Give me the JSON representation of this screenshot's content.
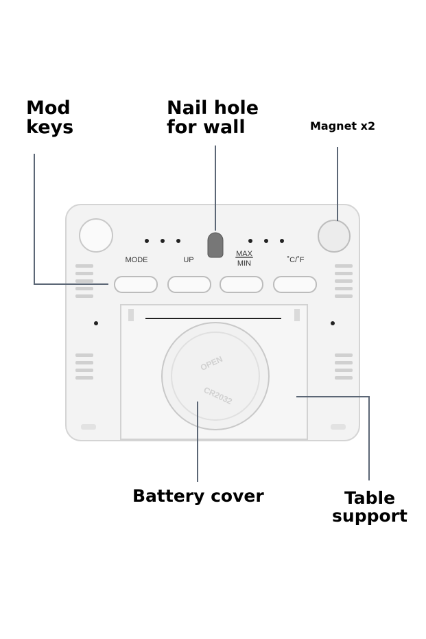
{
  "callouts": {
    "mod_keys": [
      "Mod",
      "keys"
    ],
    "nail_hole": [
      "Nail hole",
      "for wall"
    ],
    "magnet": "Magnet x2",
    "battery_cover": "Battery cover",
    "table_support": [
      "Table",
      "support"
    ]
  },
  "device": {
    "buttons": {
      "mode": "MODE",
      "up": "UP",
      "max": "MAX",
      "min": "MIN",
      "unit": "˚C/˚F"
    },
    "battery": {
      "open": "OPEN",
      "cell": "CR2032"
    }
  },
  "colors": {
    "leader_line": "#5b6675",
    "body": "#f4f4f4",
    "outline": "#cfcfcf"
  }
}
